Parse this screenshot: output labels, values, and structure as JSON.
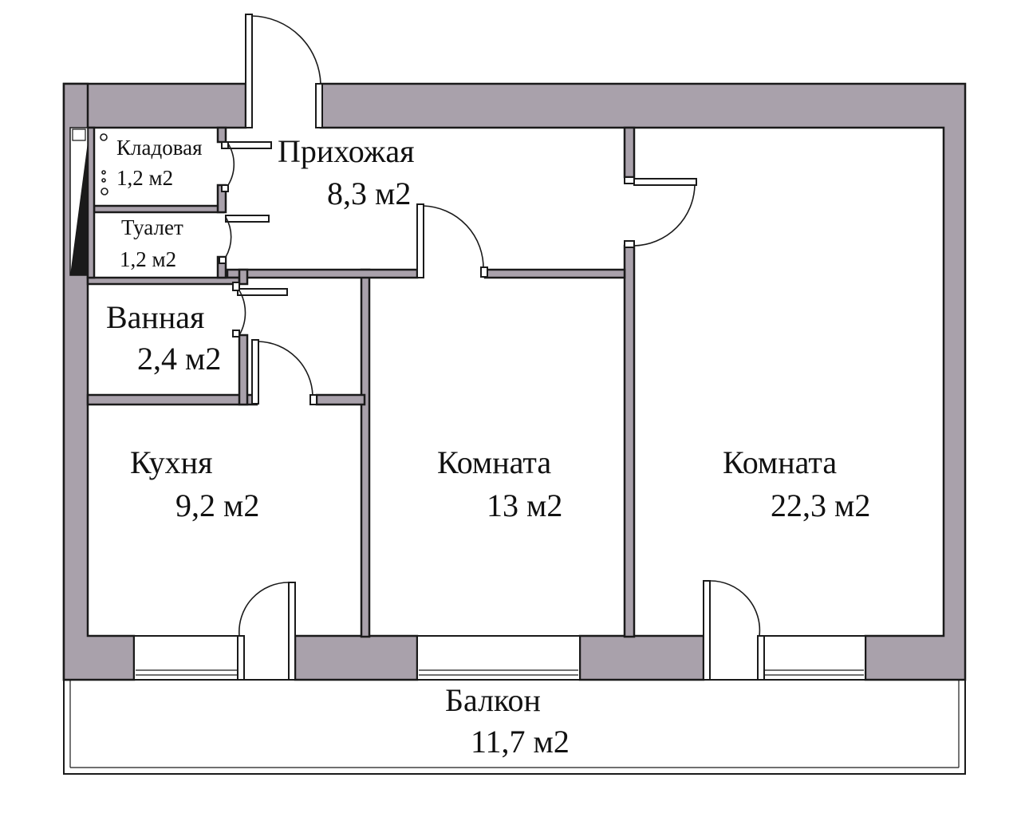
{
  "rooms": {
    "pantry": {
      "name": "Кладовая",
      "area": "1,2 м2"
    },
    "hall": {
      "name": "Прихожая",
      "area": "8,3 м2"
    },
    "toilet": {
      "name": "Туалет",
      "area": "1,2 м2"
    },
    "bathroom": {
      "name": "Ванная",
      "area": "2,4 м2"
    },
    "kitchen": {
      "name": "Кухня",
      "area": "9,2 м2"
    },
    "room1": {
      "name": "Комната",
      "area": "13 м2"
    },
    "room2": {
      "name": "Комната",
      "area": "22,3 м2"
    },
    "balcony": {
      "name": "Балкон",
      "area": "11,7 м2"
    }
  },
  "colors": {
    "wall": "#a9a1ab",
    "line": "#1a1a1a",
    "background": "#ffffff"
  }
}
